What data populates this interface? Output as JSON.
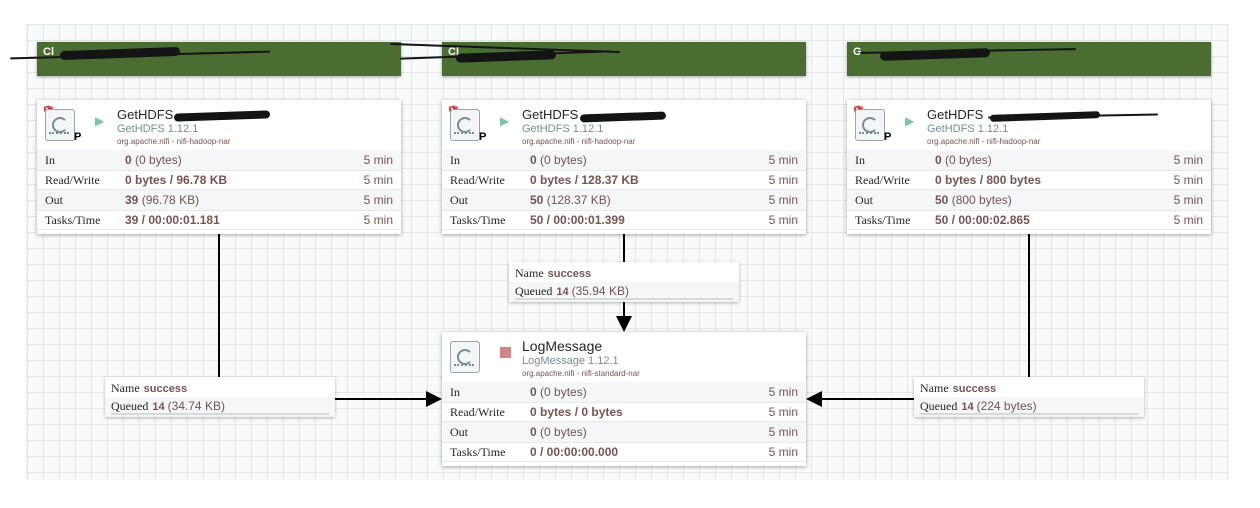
{
  "labels": [
    {
      "text": "Cl",
      "color": "#4a6d32"
    },
    {
      "text": "Cl",
      "color": "#4a6d32"
    },
    {
      "text": "G",
      "color": "#4a6d32"
    }
  ],
  "processors": [
    {
      "name": "GetHDFS",
      "type": "GetHDFS 1.12.1",
      "bundle": "org.apache.nifi - nifi-hadoop-nar",
      "state_icon": "play-icon",
      "primary_badge": "P",
      "stats": [
        {
          "label": "In",
          "value": "0",
          "detail": "(0 bytes)",
          "time": "5 min"
        },
        {
          "label": "Read/Write",
          "value": "0 bytes / 96.78 KB",
          "detail": "",
          "time": "5 min"
        },
        {
          "label": "Out",
          "value": "39",
          "detail": "(96.78 KB)",
          "time": "5 min"
        },
        {
          "label": "Tasks/Time",
          "value": "39 / 00:00:01.181",
          "detail": "",
          "time": "5 min"
        }
      ]
    },
    {
      "name": "GetHDFS",
      "type": "GetHDFS 1.12.1",
      "bundle": "org.apache.nifi - nifi-hadoop-nar",
      "state_icon": "play-icon",
      "primary_badge": "P",
      "stats": [
        {
          "label": "In",
          "value": "0",
          "detail": "(0 bytes)",
          "time": "5 min"
        },
        {
          "label": "Read/Write",
          "value": "0 bytes / 128.37 KB",
          "detail": "",
          "time": "5 min"
        },
        {
          "label": "Out",
          "value": "50",
          "detail": "(128.37 KB)",
          "time": "5 min"
        },
        {
          "label": "Tasks/Time",
          "value": "50 / 00:00:01.399",
          "detail": "",
          "time": "5 min"
        }
      ]
    },
    {
      "name": "GetHDFS",
      "type": "GetHDFS 1.12.1",
      "bundle": "org.apache.nifi - nifi-hadoop-nar",
      "state_icon": "play-icon",
      "primary_badge": "P",
      "stats": [
        {
          "label": "In",
          "value": "0",
          "detail": "(0 bytes)",
          "time": "5 min"
        },
        {
          "label": "Read/Write",
          "value": "0 bytes / 800 bytes",
          "detail": "",
          "time": "5 min"
        },
        {
          "label": "Out",
          "value": "50",
          "detail": "(800 bytes)",
          "time": "5 min"
        },
        {
          "label": "Tasks/Time",
          "value": "50 / 00:00:02.865",
          "detail": "",
          "time": "5 min"
        }
      ]
    },
    {
      "name": "LogMessage",
      "type": "LogMessage 1.12.1",
      "bundle": "org.apache.nifi - nifi-standard-nar",
      "state_icon": "stop-icon",
      "primary_badge": "",
      "stats": [
        {
          "label": "In",
          "value": "0",
          "detail": "(0 bytes)",
          "time": "5 min"
        },
        {
          "label": "Read/Write",
          "value": "0 bytes / 0 bytes",
          "detail": "",
          "time": "5 min"
        },
        {
          "label": "Out",
          "value": "0",
          "detail": "(0 bytes)",
          "time": "5 min"
        },
        {
          "label": "Tasks/Time",
          "value": "0 / 00:00:00.000",
          "detail": "",
          "time": "5 min"
        }
      ]
    }
  ],
  "connections": [
    {
      "name_label": "Name",
      "name": "success",
      "queued_label": "Queued",
      "count": "14",
      "size": "(34.74 KB)"
    },
    {
      "name_label": "Name",
      "name": "success",
      "queued_label": "Queued",
      "count": "14",
      "size": "(35.94 KB)"
    },
    {
      "name_label": "Name",
      "name": "success",
      "queued_label": "Queued",
      "count": "14",
      "size": "(224 bytes)"
    }
  ],
  "colors": {
    "label_green": "#4a6d32",
    "value_brown": "#775351",
    "type_blue": "#728e9b",
    "running": "#7dc7a0",
    "stopped": "#d18686"
  }
}
